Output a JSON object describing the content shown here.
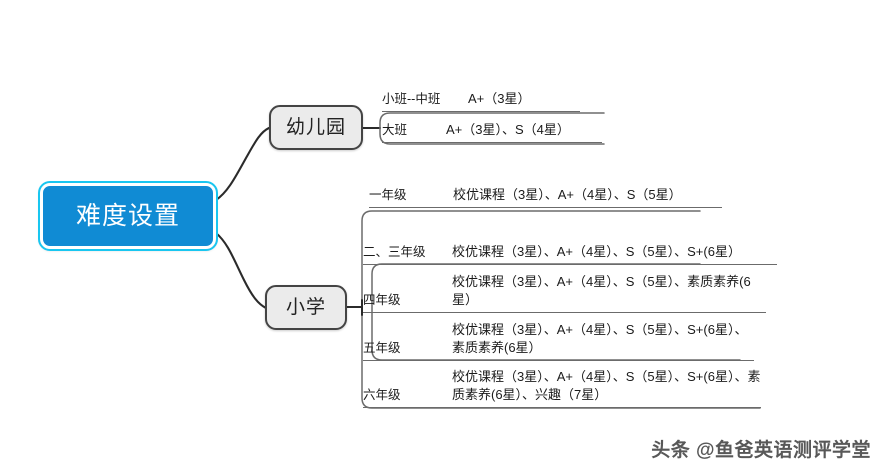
{
  "diagram": {
    "root": {
      "label": "难度设置",
      "color": "#108bd4",
      "glow_color": "#19c6f0"
    },
    "branches": [
      {
        "label": "幼儿园",
        "node_color": "#ebebeb",
        "rows": [
          {
            "grade": "小班--中班",
            "detail": "A+（3星）"
          },
          {
            "grade": "大班",
            "detail": "A+（3星）、S（4星）"
          }
        ]
      },
      {
        "label": "小学",
        "node_color": "#ebebeb",
        "rows": [
          {
            "grade": "一年级",
            "detail": "校优课程（3星）、A+（4星）、S（5星）"
          },
          {
            "grade": "二、三年级",
            "detail": "校优课程（3星）、A+（4星）、S（5星）、S+(6星）"
          },
          {
            "grade": "四年级",
            "detail": "校优课程（3星）、A+（4星）、S（5星）、素质素养(6星）"
          },
          {
            "grade": "五年级",
            "detail": "校优课程（3星）、A+（4星）、S（5星）、S+(6星）、素质素养(6星）"
          },
          {
            "grade": "六年级",
            "detail": "校优课程（3星）、A+（4星）、S（5星）、S+(6星）、素质素养(6星）、兴趣（7星）"
          }
        ]
      }
    ]
  },
  "watermark": {
    "text": "头条 @鱼爸英语测评学堂"
  }
}
